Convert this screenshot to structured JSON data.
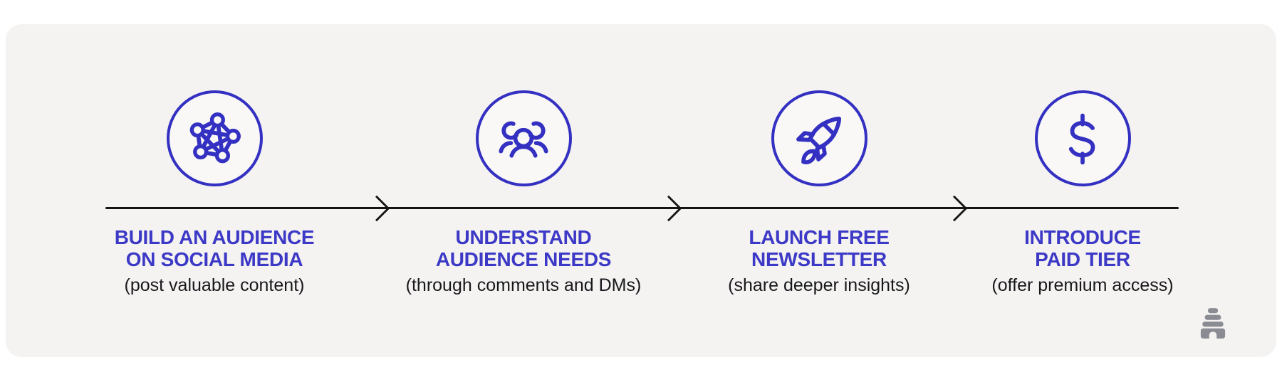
{
  "page": {
    "background": "#ffffff",
    "card_background": "#f4f3f1"
  },
  "colors": {
    "accent": "#3d39c7",
    "icon_stroke": "#3330c2",
    "line": "#141414",
    "subtitle": "#18181c",
    "logo_gray": "#8b8b93"
  },
  "steps": [
    {
      "icon": "network-icon",
      "title_line1": "BUILD AN AUDIENCE",
      "title_line2": "ON SOCIAL MEDIA",
      "subtitle": "(post valuable content)"
    },
    {
      "icon": "audience-icon",
      "title_line1": "UNDERSTAND",
      "title_line2": "AUDIENCE NEEDS",
      "subtitle": "(through comments and DMs)"
    },
    {
      "icon": "rocket-icon",
      "title_line1": "LAUNCH FREE",
      "title_line2": "NEWSLETTER",
      "subtitle": "(share deeper insights)"
    },
    {
      "icon": "dollar-icon",
      "title_line1": "INTRODUCE",
      "title_line2": "PAID TIER",
      "subtitle": "(offer premium access)"
    }
  ],
  "logo": {
    "name": "beehiiv-logo"
  }
}
